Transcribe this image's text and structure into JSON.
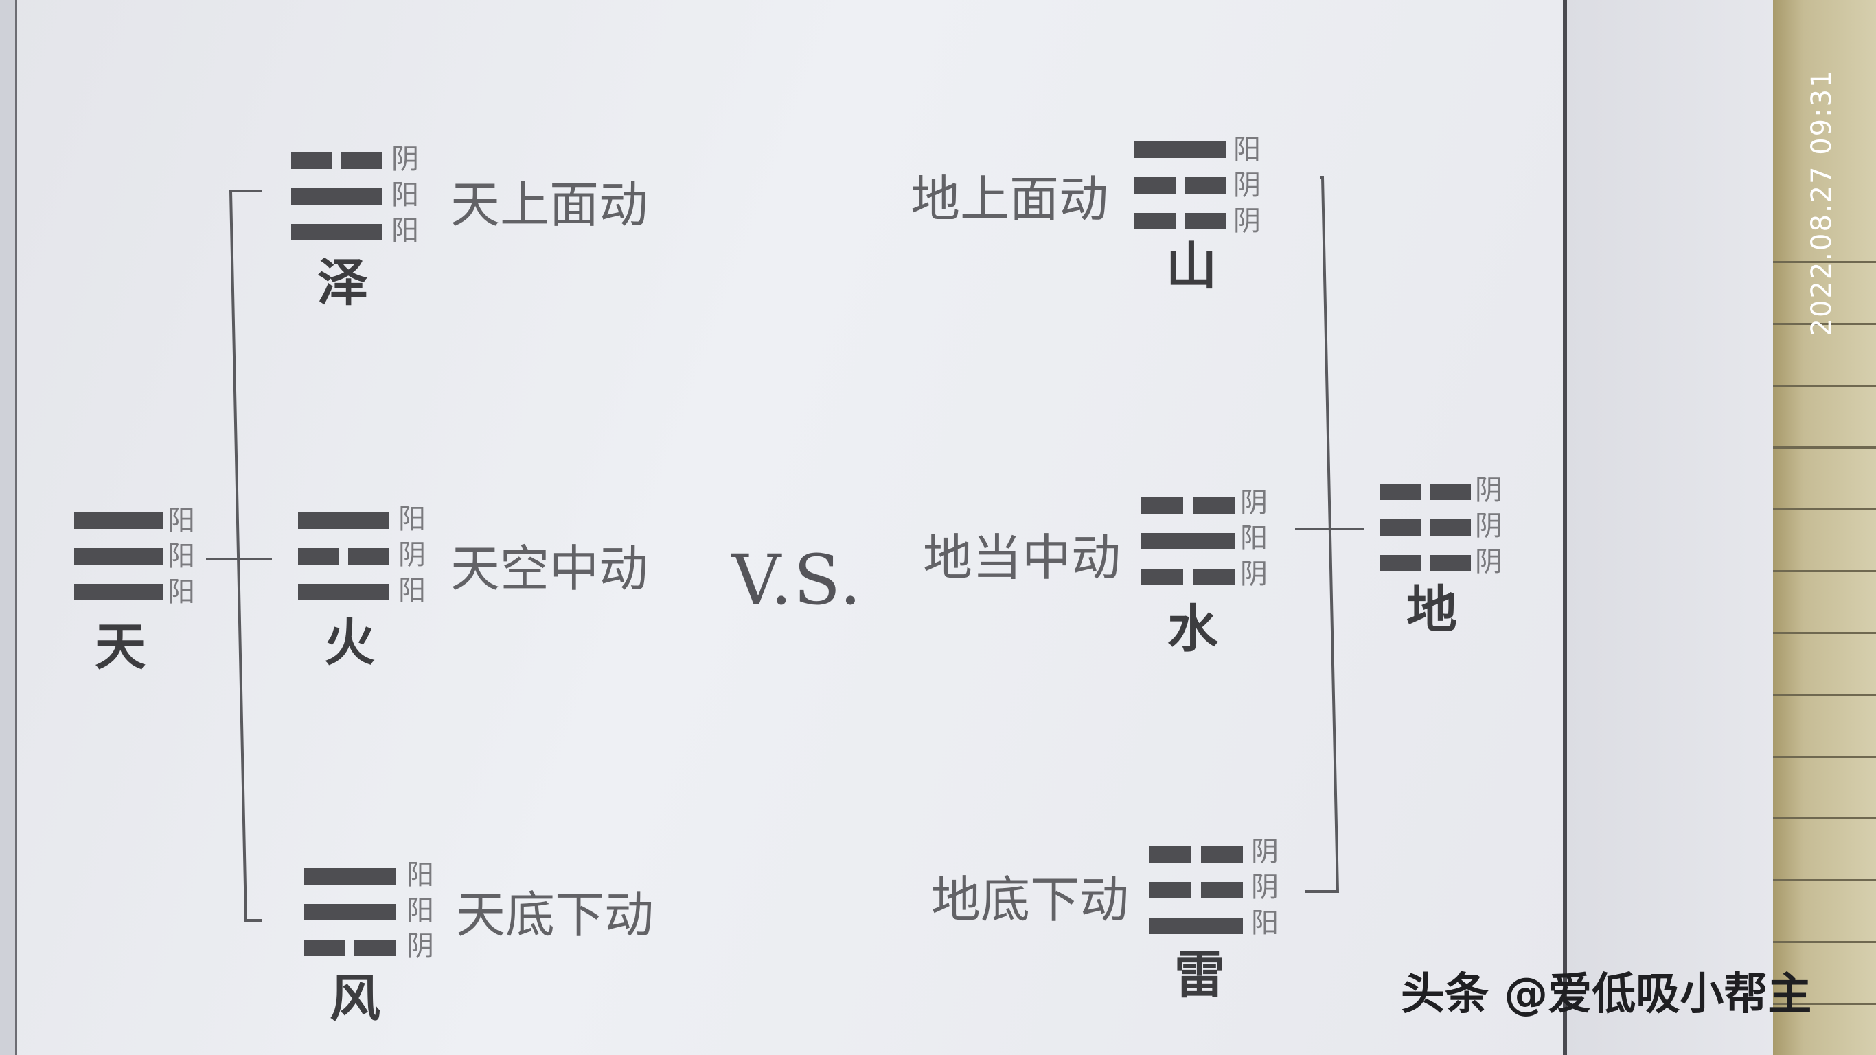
{
  "title_separator": "V.S.",
  "photo_timestamp": "2022.08.27 09:31",
  "watermark": "头条 @爱低吸小帮主",
  "left_group": {
    "root": {
      "name": "天",
      "lines": [
        "阳",
        "阳",
        "阳"
      ],
      "pattern": [
        "solid",
        "solid",
        "solid"
      ]
    },
    "branches": [
      {
        "name": "泽",
        "lines": [
          "阴",
          "阳",
          "阳"
        ],
        "pattern": [
          "broken",
          "solid",
          "solid"
        ],
        "desc": "天上面动"
      },
      {
        "name": "火",
        "lines": [
          "阳",
          "阴",
          "阳"
        ],
        "pattern": [
          "solid",
          "broken",
          "solid"
        ],
        "desc": "天空中动"
      },
      {
        "name": "风",
        "lines": [
          "阳",
          "阳",
          "阴"
        ],
        "pattern": [
          "solid",
          "solid",
          "broken"
        ],
        "desc": "天底下动"
      }
    ]
  },
  "right_group": {
    "root": {
      "name": "地",
      "lines": [
        "阴",
        "阴",
        "阴"
      ],
      "pattern": [
        "broken",
        "broken",
        "broken"
      ]
    },
    "branches": [
      {
        "name": "山",
        "lines": [
          "阳",
          "阴",
          "阴"
        ],
        "pattern": [
          "solid",
          "broken",
          "broken"
        ],
        "desc": "地上面动"
      },
      {
        "name": "水",
        "lines": [
          "阴",
          "阳",
          "阴"
        ],
        "pattern": [
          "broken",
          "solid",
          "broken"
        ],
        "desc": "地当中动"
      },
      {
        "name": "雷",
        "lines": [
          "阴",
          "阴",
          "阳"
        ],
        "pattern": [
          "broken",
          "broken",
          "solid"
        ],
        "desc": "地底下动"
      }
    ]
  },
  "colors": {
    "line_fill": "#4e4e52",
    "label_text": "#626266",
    "name_text": "#3d3d40",
    "paper": "#eaebef"
  }
}
